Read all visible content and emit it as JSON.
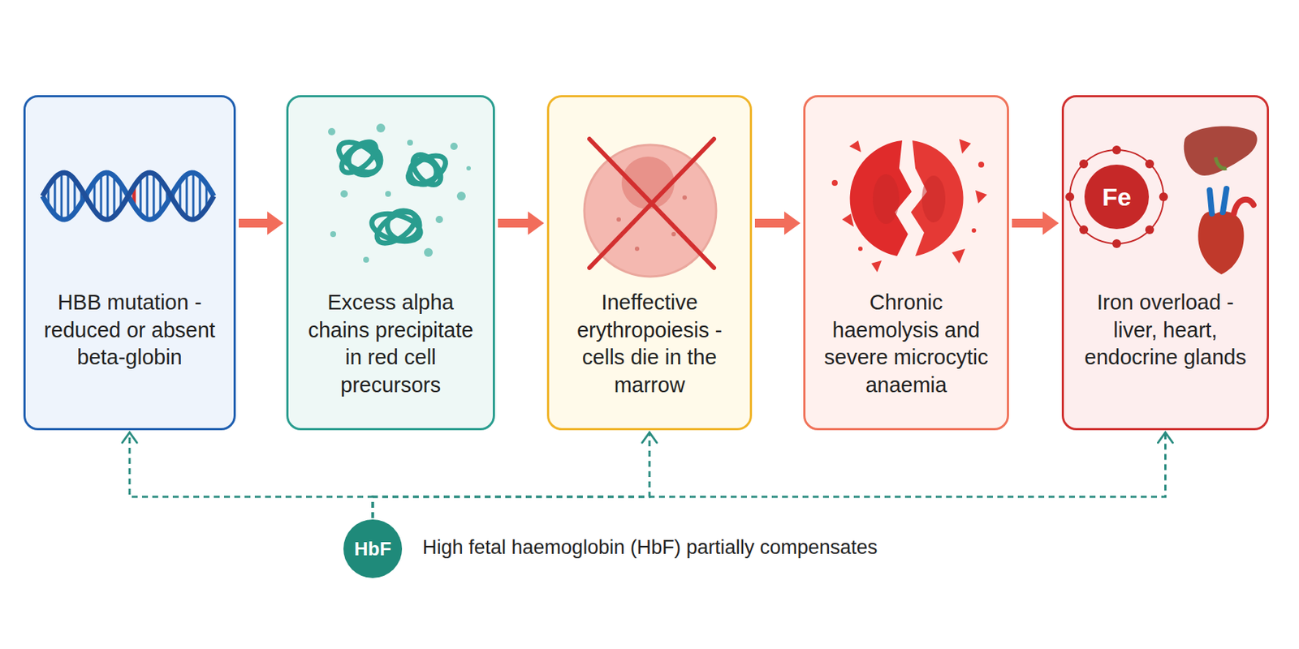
{
  "diagram": {
    "nodes": [
      {
        "text": [
          "HBB mutation - reduced or absent beta-globin"
        ]
      },
      {
        "text": [
          "Excess alpha chains precipitate in red cell precursors"
        ]
      },
      {
        "text": [
          "Ineffective erythropoiesis - cells die in the marrow"
        ]
      },
      {
        "text": [
          "Chronic haemolysis and severe microcytic anaemia"
        ]
      },
      {
        "text": [
          "Iron overload - liver, heart, endocrine glands"
        ]
      },
      {
        "text": [
          "HbF"
        ]
      }
    ],
    "edges": [
      {
        "from": 0,
        "to": 1,
        "arrow": "to"
      },
      {
        "from": 1,
        "to": 2,
        "arrow": "to"
      },
      {
        "from": 2,
        "to": 3,
        "arrow": "to"
      },
      {
        "from": 3,
        "to": 4,
        "arrow": "to"
      },
      {
        "from": 5,
        "to": 0,
        "arrow": "to"
      },
      {
        "from": 5,
        "to": 2,
        "arrow": "to"
      },
      {
        "from": 5,
        "to": 4,
        "arrow": "to"
      }
    ],
    "labels": [
      "High fetal haemoglobin (HbF) partially compensates",
      "Fe"
    ]
  }
}
